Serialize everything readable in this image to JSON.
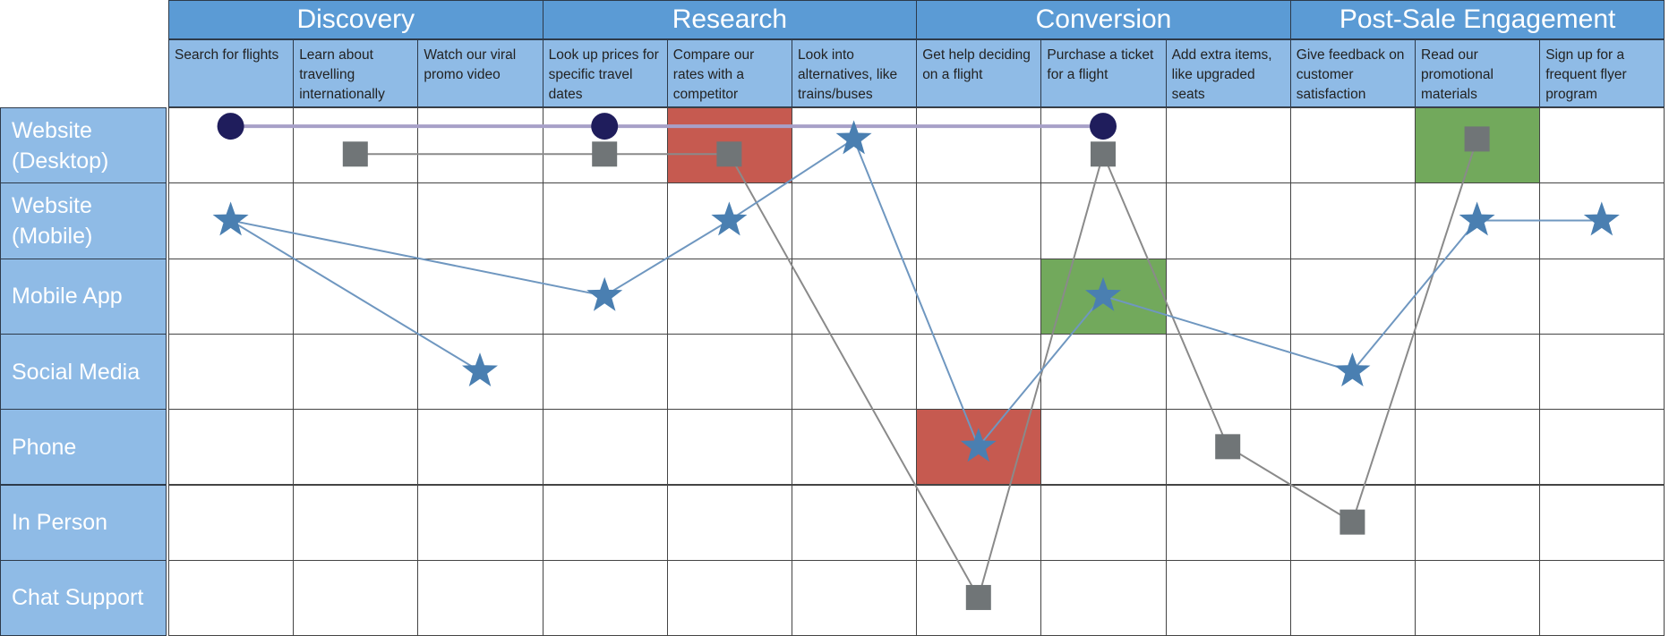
{
  "phases": [
    {
      "label": "Discovery",
      "span": 3
    },
    {
      "label": "Research",
      "span": 3
    },
    {
      "label": "Conversion",
      "span": 3
    },
    {
      "label": "Post-Sale Engagement",
      "span": 3
    }
  ],
  "steps": [
    "Search for flights",
    "Learn about travelling internationally",
    "Watch our viral promo video",
    "Look up prices for specific travel dates",
    "Compare our rates with a competitor",
    "Look into alternatives, like trains/buses",
    "Get help deciding on a flight",
    "Purchase a ticket for a flight",
    "Add extra items, like upgraded seats",
    "Give feedback on customer satisfaction",
    "Read our promotional materials",
    "Sign up for a frequent flyer program"
  ],
  "channels": [
    "Website (Desktop)",
    "Website (Mobile)",
    "Mobile App",
    "Social Media",
    "Phone",
    "In Person",
    "Chat Support"
  ],
  "highlights": [
    {
      "step": 4,
      "channel": 0,
      "type": "pain-point",
      "color": "#c65a50"
    },
    {
      "step": 6,
      "channel": 4,
      "type": "pain-point",
      "color": "#c65a50"
    },
    {
      "step": 7,
      "channel": 2,
      "type": "positive",
      "color": "#72a95c"
    },
    {
      "step": 10,
      "channel": 0,
      "type": "positive",
      "color": "#72a95c"
    }
  ],
  "journeys": [
    {
      "name": "circle-journey",
      "marker": "circle",
      "color": "#1f1d5c",
      "line_color": "#a7a0c8",
      "points": [
        {
          "step": 0,
          "channel": 0,
          "slot": "top"
        },
        {
          "step": 3,
          "channel": 0,
          "slot": "top"
        },
        {
          "step": 7,
          "channel": 0,
          "slot": "top"
        }
      ]
    },
    {
      "name": "square-journey",
      "marker": "square",
      "color": "#707577",
      "line_color": "#8a8a8a",
      "points": [
        {
          "step": 1,
          "channel": 0,
          "slot": "bottom"
        },
        {
          "step": 3,
          "channel": 0,
          "slot": "bottom"
        },
        {
          "step": 4,
          "channel": 0,
          "slot": "bottom"
        },
        {
          "step": 6,
          "channel": 6,
          "slot": "center"
        },
        {
          "step": 7,
          "channel": 0,
          "slot": "bottom"
        },
        {
          "step": 8,
          "channel": 4,
          "slot": "center"
        },
        {
          "step": 9,
          "channel": 5,
          "slot": "center"
        },
        {
          "step": 10,
          "channel": 0,
          "slot": "mid"
        }
      ]
    },
    {
      "name": "star-journey",
      "marker": "star",
      "color": "#4a7fb1",
      "line_color": "#6f97c0",
      "points": [
        {
          "step": 2,
          "channel": 3,
          "slot": "center"
        },
        {
          "step": 0,
          "channel": 1,
          "slot": "center"
        },
        {
          "step": 3,
          "channel": 2,
          "slot": "center"
        },
        {
          "step": 4,
          "channel": 1,
          "slot": "center"
        },
        {
          "step": 5,
          "channel": 0,
          "slot": "mid"
        },
        {
          "step": 6,
          "channel": 4,
          "slot": "center"
        },
        {
          "step": 7,
          "channel": 2,
          "slot": "center"
        },
        {
          "step": 9,
          "channel": 3,
          "slot": "center"
        },
        {
          "step": 10,
          "channel": 1,
          "slot": "center"
        },
        {
          "step": 11,
          "channel": 1,
          "slot": "center"
        }
      ]
    }
  ]
}
